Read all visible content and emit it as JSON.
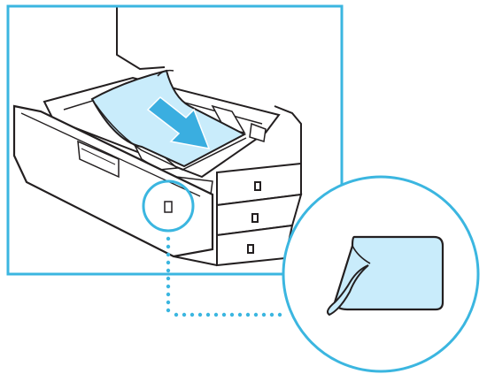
{
  "illustration": {
    "subject": "paper-drawer-loading",
    "colors": {
      "frame": "#3bb6e0",
      "line": "#231f20",
      "paper": "#c9ecfb",
      "arrow": "#3aaee0",
      "callout": "#3bb6e0",
      "background": "#ffffff"
    }
  },
  "callout": {
    "target": "drawer-paper-size-mark",
    "zoom_content": "curled-paper-sheet"
  }
}
